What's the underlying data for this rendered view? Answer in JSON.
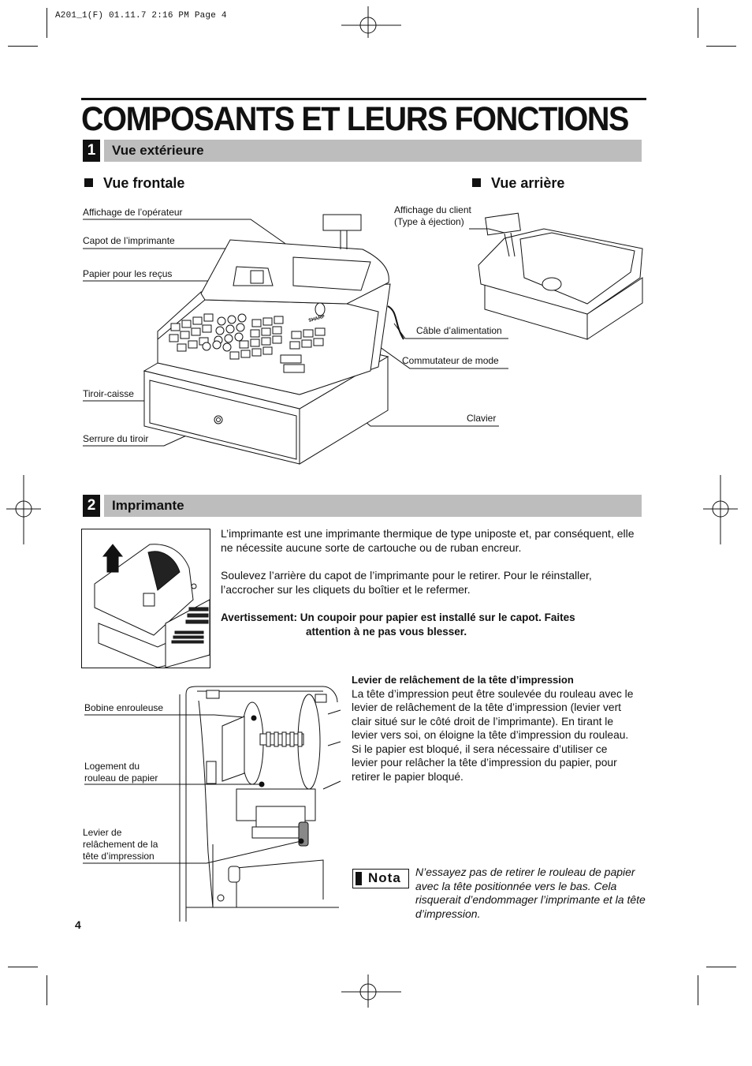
{
  "header": {
    "slug": "A201_1(F)  01.11.7 2:16 PM  Page 4"
  },
  "title": "COMPOSANTS ET LEURS FONCTIONS",
  "section1": {
    "number": "1",
    "label": "Vue extérieure",
    "front": {
      "heading": "Vue frontale",
      "callouts": {
        "operator_display": "Affichage de l’opérateur",
        "printer_cover": "Capot de l’imprimante",
        "receipt_paper": "Papier pour les reçus",
        "drawer": "Tiroir-caisse",
        "drawer_lock": "Serrure du tiroir",
        "power_cord": "Câble d’alimentation",
        "mode_switch": "Commutateur de mode",
        "keyboard": "Clavier"
      }
    },
    "rear": {
      "heading": "Vue arrière",
      "customer_display_line1": "Affichage du client",
      "customer_display_line2": "(Type à éjection)"
    }
  },
  "section2": {
    "number": "2",
    "label": "Imprimante",
    "intro_line1": "L’imprimante est une imprimante thermique de type uniposte et, par conséquent, elle",
    "intro_line2": "ne nécessite aucune sorte de cartouche ou de ruban encreur.",
    "remove_line1": "Soulevez l’arrière du capot de l’imprimante pour le retirer. Pour le réinstaller,",
    "remove_line2": "l’accrocher sur les cliquets du boîtier et le refermer.",
    "warning_line1": "Avertissement: Un coupoir pour papier est installé sur le capot. Faites",
    "warning_line2": "attention à ne pas vous blesser.",
    "lever_title": "Levier de relâchement de la tête d’impression",
    "lever_lines": [
      "La tête d’impression peut être soulevée du rouleau avec le",
      "levier de relâchement de la tête d’impression (levier vert",
      "clair situé sur le côté droit de l’imprimante). En tirant le",
      "levier vers soi, on éloigne la tête d’impression du rouleau.",
      "Si le papier est bloqué, il sera nécessaire d’utiliser ce",
      "levier pour relâcher la tête d’impression du papier, pour",
      "retirer le  papier bloqué."
    ],
    "callouts": {
      "take_up_spool": "Bobine enrouleuse",
      "paper_roll_line1": "Logement du",
      "paper_roll_line2": "rouleau de papier",
      "lever_line1": "Levier de",
      "lever_line2": "relâchement de la",
      "lever_line3": "tête d’impression"
    },
    "nota_label": "Nota",
    "nota_text": "N’essayez pas de retirer le rouleau de papier avec la tête positionnée vers le bas. Cela risquerait d’endommager l’imprimante et la tête d’impression."
  },
  "page_number": "4",
  "brand_on_device": "SHARP"
}
